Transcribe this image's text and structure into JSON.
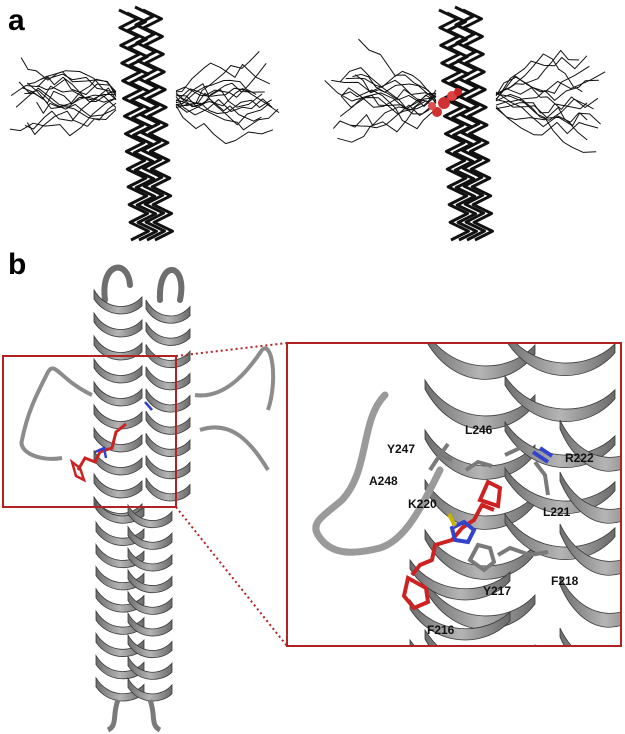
{
  "figure": {
    "panel_a_label": "a",
    "panel_b_label": "b"
  },
  "residues": [
    {
      "id": "L246"
    },
    {
      "id": "Y247"
    },
    {
      "id": "R222"
    },
    {
      "id": "A248"
    },
    {
      "id": "K220"
    },
    {
      "id": "L221"
    },
    {
      "id": "F218"
    },
    {
      "id": "Y217"
    },
    {
      "id": "F216"
    }
  ],
  "colors": {
    "ligand": "#cc2222",
    "frame": "#b22222",
    "helix": "#8a8a8a",
    "helix_dark": "#5a5a5a",
    "nitrogen": "#3344cc",
    "sulfur": "#c8b400"
  }
}
